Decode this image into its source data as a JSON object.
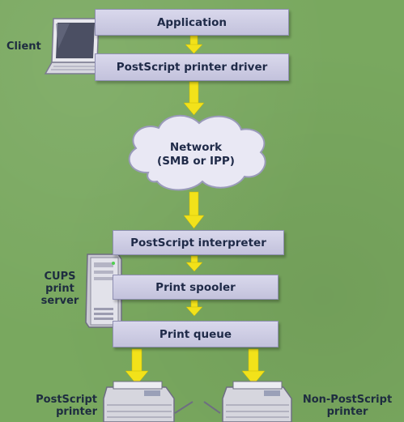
{
  "client": {
    "label": "Client",
    "application": "Application",
    "driver": "PostScript printer driver"
  },
  "network": {
    "line1": "Network",
    "line2": "(SMB or IPP)"
  },
  "server": {
    "label_line1": "CUPS",
    "label_line2": "print",
    "label_line3": "server",
    "interpreter": "PostScript interpreter",
    "spooler": "Print spooler",
    "queue": "Print queue"
  },
  "printers": {
    "left_line1": "PostScript",
    "left_line2": "printer",
    "right_line1": "Non-PostScript",
    "right_line2": "printer"
  },
  "colors": {
    "background": "#79a85f",
    "box_fill": "#d0cfe6",
    "arrow": "#f2e21a"
  }
}
